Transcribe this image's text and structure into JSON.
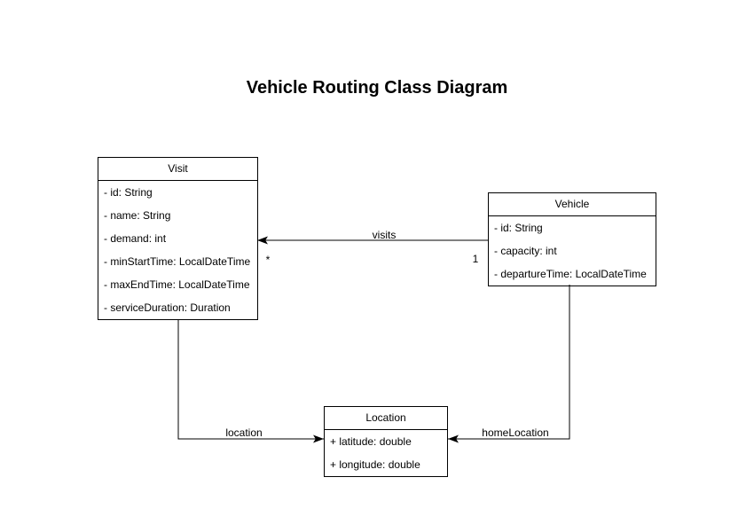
{
  "title": "Vehicle Routing Class Diagram",
  "colors": {
    "background": "#ffffff",
    "box_fill": "#ffffff",
    "stroke": "#000000",
    "text": "#000000"
  },
  "classes": {
    "visit": {
      "name": "Visit",
      "attributes": [
        "- id: String",
        "- name: String",
        "- demand: int",
        "- minStartTime: LocalDateTime",
        "- maxEndTime: LocalDateTime",
        "- serviceDuration: Duration"
      ]
    },
    "vehicle": {
      "name": "Vehicle",
      "attributes": [
        "- id: String",
        "- capacity: int",
        "- departureTime: LocalDateTime"
      ]
    },
    "location": {
      "name": "Location",
      "attributes": [
        "+ latitude: double",
        "+ longitude: double"
      ]
    }
  },
  "edges": {
    "visits": {
      "label": "visits",
      "from": "Vehicle",
      "to": "Visit",
      "source_multiplicity": "1",
      "target_multiplicity": "*"
    },
    "location": {
      "label": "location",
      "from": "Visit",
      "to": "Location"
    },
    "home_location": {
      "label": "homeLocation",
      "from": "Vehicle",
      "to": "Location"
    }
  }
}
